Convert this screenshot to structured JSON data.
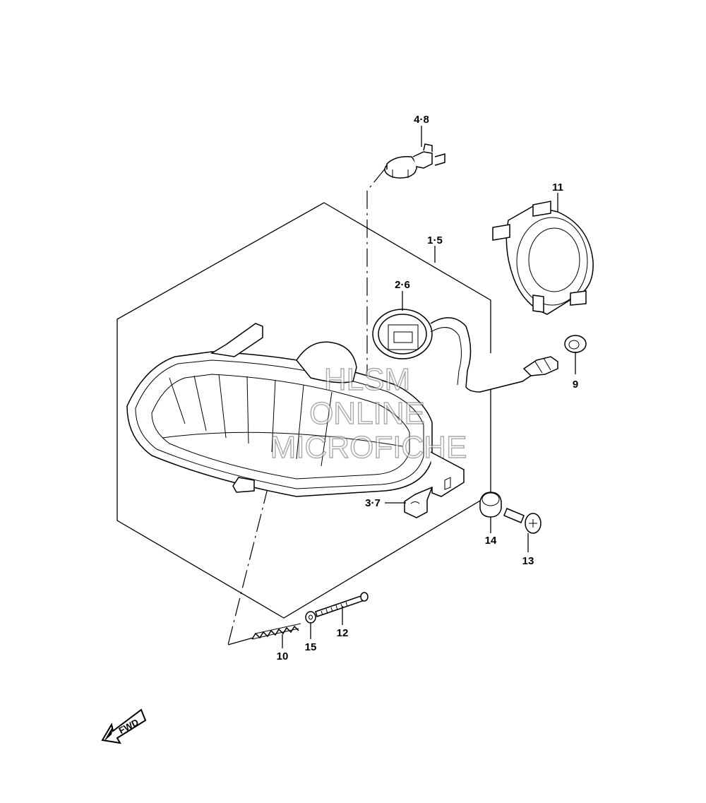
{
  "callouts": {
    "p48": "4·8",
    "p11": "11",
    "p15a": "1·5",
    "p26": "2·6",
    "p9": "9",
    "p37": "3·7",
    "p14": "14",
    "p13": "13",
    "p12": "12",
    "p15": "15",
    "p10": "10"
  },
  "watermark": {
    "line1": "HLSM",
    "line2": "ONLINE",
    "line3": "MICROFICHE"
  },
  "direction": {
    "label": "FWD"
  }
}
